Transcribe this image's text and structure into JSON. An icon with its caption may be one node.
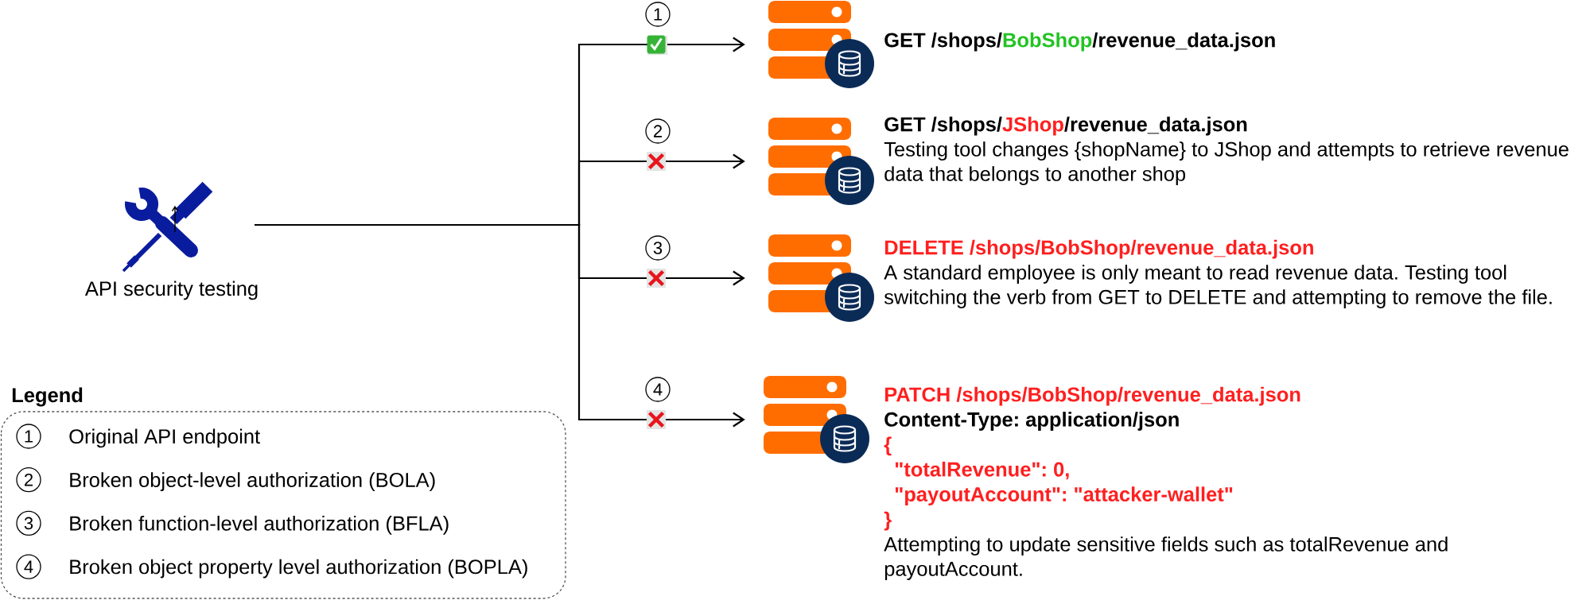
{
  "diagram": {
    "nodes": [
      {
        "text": [
          "API security testing"
        ]
      },
      {
        "text": [],
        "shape": "picture",
        "beside": [
          "GET /shops/BobShop/revenue_data.json"
        ]
      },
      {
        "text": [],
        "shape": "picture",
        "beside": [
          "GET /shops/JShop/revenue_data.json",
          "Testing tool changes {shopName} to JShop and attempts to retrieve revenue data that belongs to another shop"
        ]
      },
      {
        "text": [],
        "shape": "picture",
        "beside": [
          "DELETE /shops/BobShop/revenue_data.json",
          "A standard employee is only meant to read revenue data. Testing tool switching the verb from GET to DELETE and attempting to remove the file."
        ]
      },
      {
        "text": [],
        "shape": "picture",
        "beside": [
          "PATCH /shops/BobShop/revenue_data.json",
          "Content-Type: application/json",
          "{",
          "\"totalRevenue\": 0,",
          "\"payoutAccount\": \"attacker-wallet\"",
          "}",
          "Attempting to update sensitive fields such as totalRevenue and payoutAccount."
        ]
      }
    ],
    "edges": [
      {
        "from": 0,
        "to": 1,
        "arrow": "to",
        "label": "1"
      },
      {
        "from": 0,
        "to": 2,
        "arrow": "to",
        "label": "2"
      },
      {
        "from": 0,
        "to": 3,
        "arrow": "to",
        "label": "3"
      },
      {
        "from": 0,
        "to": 4,
        "arrow": "to",
        "label": "4"
      }
    ],
    "labels": [
      "Legend",
      "1",
      "2",
      "3",
      "4"
    ],
    "legend": [
      {
        "text": "Original API endpoint"
      },
      {
        "text": "Broken object-level authorization (BOLA)"
      },
      {
        "text": "Broken function-level authorization (BFLA)"
      },
      {
        "text": "Broken object property level authorization (BOPLA)"
      }
    ]
  }
}
